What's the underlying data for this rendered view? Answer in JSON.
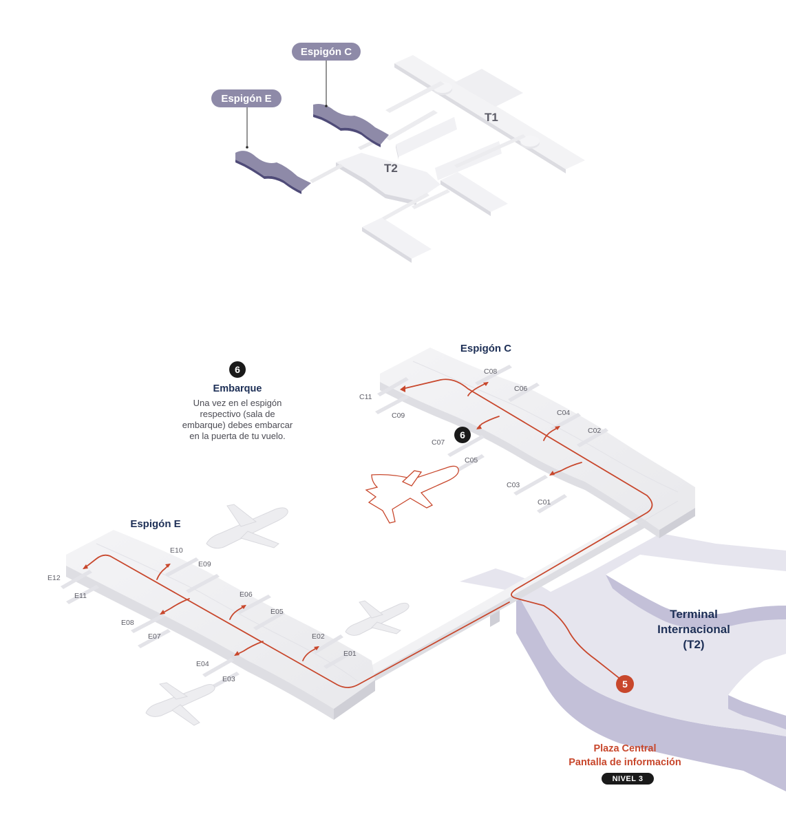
{
  "overview": {
    "pier_e_label": "Espigón E",
    "pier_c_label": "Espigón C",
    "t1_label": "T1",
    "t2_label": "T2"
  },
  "detail": {
    "pier_c_title": "Espigón C",
    "pier_e_title": "Espigón E",
    "terminal_label_line1": "Terminal",
    "terminal_label_line2": "Internacional",
    "terminal_label_line3": "(T2)",
    "gates_c": [
      "C08",
      "C06",
      "C11",
      "C09",
      "C04",
      "C02",
      "C07",
      "C05",
      "C03",
      "C01"
    ],
    "gates_e": [
      "E10",
      "E09",
      "E12",
      "E11",
      "E06",
      "E05",
      "E08",
      "E07",
      "E02",
      "E01",
      "E04",
      "E03"
    ]
  },
  "step6": {
    "number": "6",
    "title": "Embarque",
    "lines": [
      "Una vez en el espigón",
      "respectivo (sala de",
      "embarque) debes embarcar",
      "en la puerta de tu vuelo."
    ]
  },
  "step5": {
    "number": "5",
    "title_line1": "Plaza Central",
    "title_line2": "Pantalla de información",
    "level": "NIVEL 3"
  },
  "colors": {
    "route": "#c8472c",
    "pier_highlight": "#8e8aa8",
    "navy": "#1d2f56",
    "terminal_fill": "#e6e5ee",
    "terminal_side": "#c3c0d8",
    "badge_dark": "#1a1a1a"
  }
}
